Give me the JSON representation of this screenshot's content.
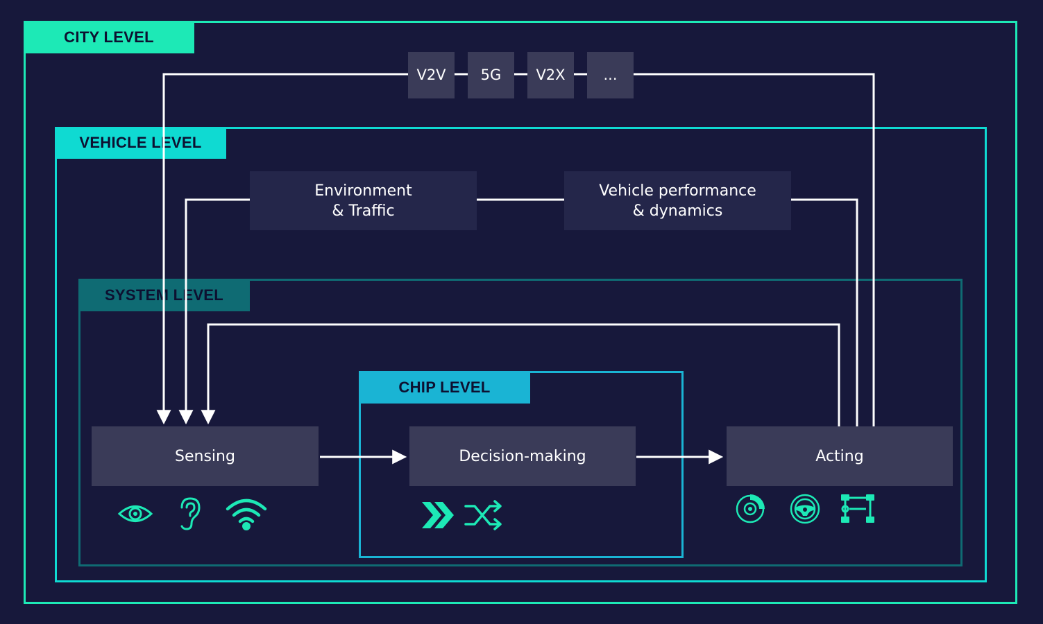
{
  "levels": {
    "city": "CITY LEVEL",
    "vehicle": "VEHICLE LEVEL",
    "system": "SYSTEM LEVEL",
    "chip": "CHIP LEVEL"
  },
  "connectivity": [
    "V2V",
    "5G",
    "V2X",
    "..."
  ],
  "vehicle_boxes": {
    "environment": "Environment\n& Traffic",
    "performance": "Vehicle performance\n& dynamics"
  },
  "stages": {
    "sensing": "Sensing",
    "decision": "Decision-making",
    "acting": "Acting"
  },
  "icons": {
    "sensing": [
      "eye-icon",
      "ear-icon",
      "wireless-signal-icon"
    ],
    "decision": [
      "fast-forward-icon",
      "shuffle-icon"
    ],
    "acting": [
      "brake-disc-icon",
      "steering-wheel-icon",
      "axle-drivetrain-icon"
    ]
  },
  "colors": {
    "background": "#17183b",
    "city": "#1de9b6",
    "vehicle": "#0fdad2",
    "system": "#0f6b73",
    "chip": "#1ab4d4",
    "box": "#3a3b58",
    "icon": "#1de9b6"
  }
}
